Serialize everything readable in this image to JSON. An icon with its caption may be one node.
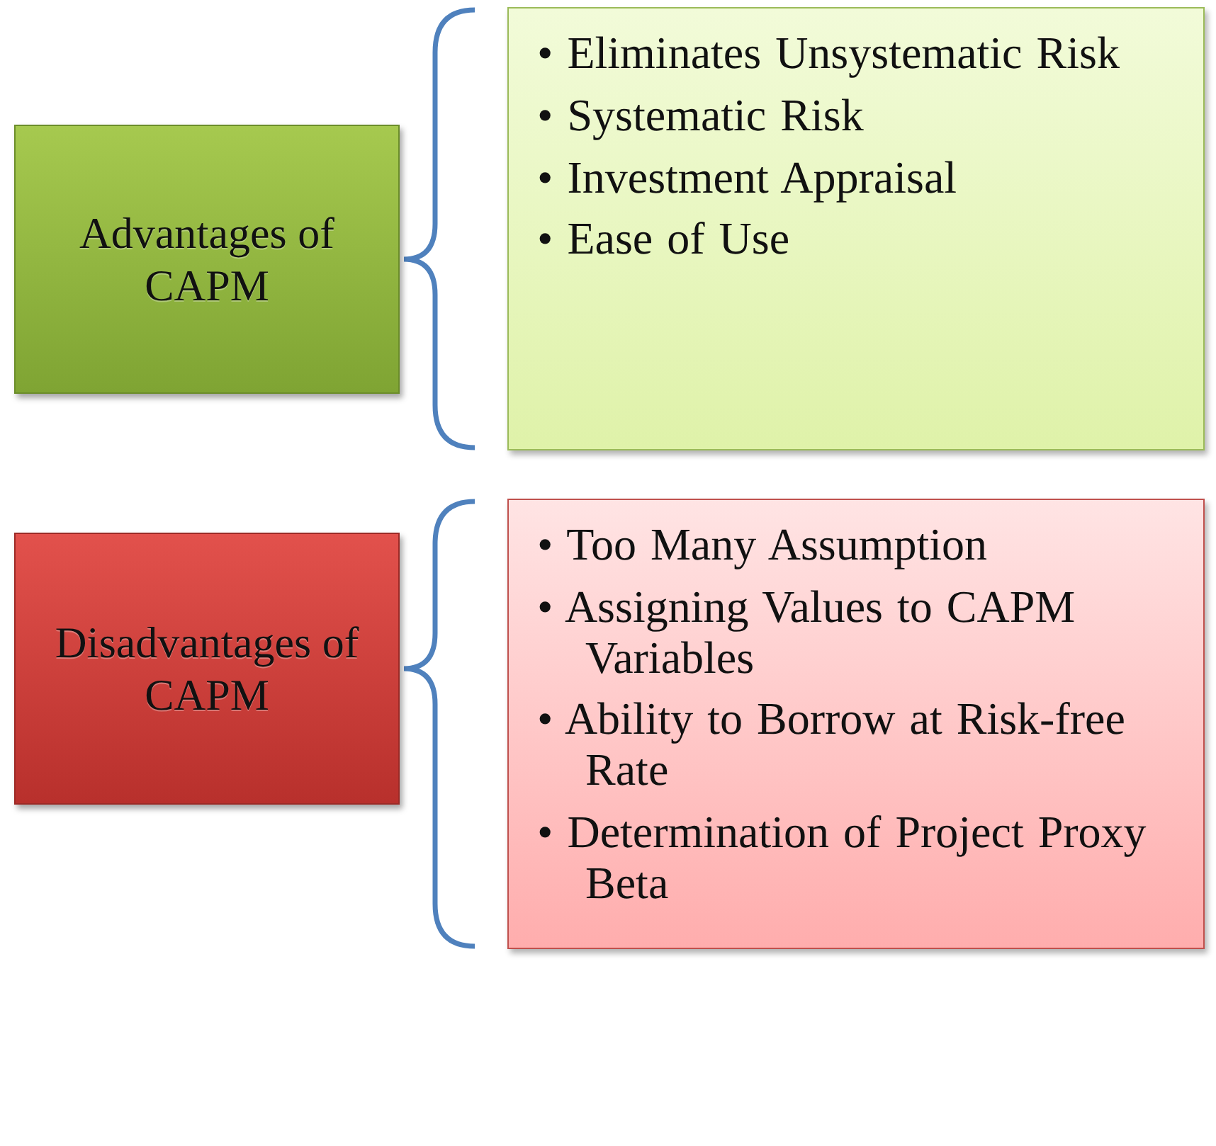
{
  "diagram": {
    "nodes": [
      {
        "text": [
          "Advantages of CAPM"
        ]
      },
      {
        "text": [
          "• Eliminates Unsystematic Risk",
          "• Systematic Risk",
          "• Investment Appraisal",
          "• Ease of Use"
        ]
      },
      {
        "text": [
          "Disadvantages of CAPM"
        ]
      },
      {
        "text": [
          "• Too Many Assumption",
          "• Assigning Values to CAPM Variables",
          "• Ability to Borrow at Risk-free Rate",
          "• Determination of Project Proxy Beta"
        ]
      }
    ]
  }
}
